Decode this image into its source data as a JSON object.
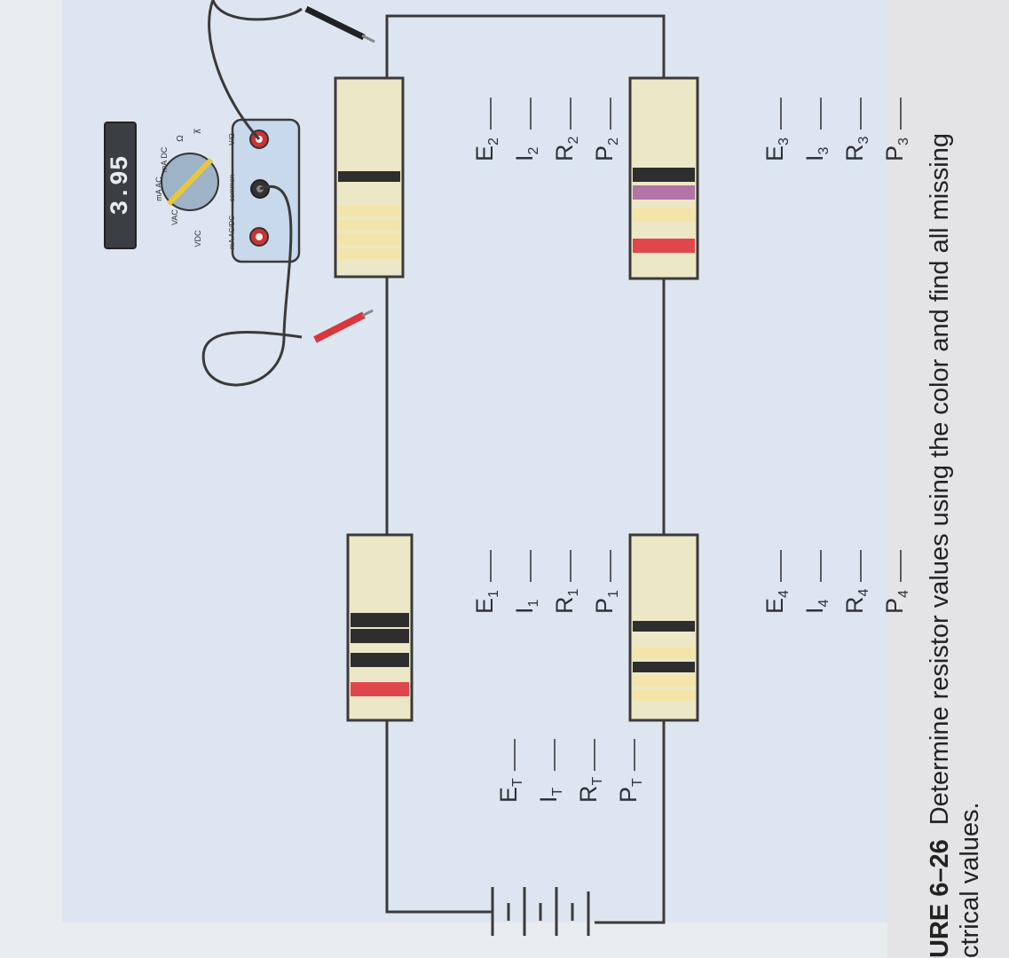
{
  "caption": {
    "figure": "URE 6–26",
    "line1": "Determine resistor values using the color and find all missing",
    "line2": "ctrical values."
  },
  "meter": {
    "display": "3.95",
    "modes": [
      "VDC",
      "VAC",
      "mA AC",
      "mA DC",
      "Ω",
      "⊼"
    ],
    "jacks": [
      "mA AC/DC",
      "common",
      "V/Ω"
    ]
  },
  "labels": {
    "total": [
      {
        "main": "E",
        "sub": "T"
      },
      {
        "main": "I",
        "sub": "T"
      },
      {
        "main": "R",
        "sub": "T"
      },
      {
        "main": "P",
        "sub": "T"
      }
    ],
    "r1": [
      {
        "main": "E",
        "sub": "1"
      },
      {
        "main": "I",
        "sub": "1"
      },
      {
        "main": "R",
        "sub": "1"
      },
      {
        "main": "P",
        "sub": "1"
      }
    ],
    "r2": [
      {
        "main": "E",
        "sub": "2"
      },
      {
        "main": "I",
        "sub": "2"
      },
      {
        "main": "R",
        "sub": "2"
      },
      {
        "main": "P",
        "sub": "2"
      }
    ],
    "r3": [
      {
        "main": "E",
        "sub": "3"
      },
      {
        "main": "I",
        "sub": "3"
      },
      {
        "main": "R",
        "sub": "3"
      },
      {
        "main": "P",
        "sub": "3"
      }
    ],
    "r4": [
      {
        "main": "E",
        "sub": "4"
      },
      {
        "main": "I",
        "sub": "4"
      },
      {
        "main": "R",
        "sub": "4"
      },
      {
        "main": "P",
        "sub": "4"
      }
    ]
  },
  "resistor_bands": {
    "r1": [
      "red",
      "black",
      "black",
      "black"
    ],
    "r2": [
      "cream",
      "cream",
      "cream",
      "cream",
      "black"
    ],
    "r3": [
      "red",
      "cream",
      "violet",
      "black"
    ],
    "r4": [
      "cream",
      "cream",
      "black",
      "cream",
      "black"
    ]
  },
  "colors": {
    "background": "#e9ecef",
    "resistor_body": "#ece7c6",
    "red": "#e1464d",
    "black": "#2e2e2e",
    "violet": "#b074a6",
    "cream": "#f3e4a9",
    "meter_body": "#c9d9ec",
    "meter_lcd": "#3b3f44"
  }
}
